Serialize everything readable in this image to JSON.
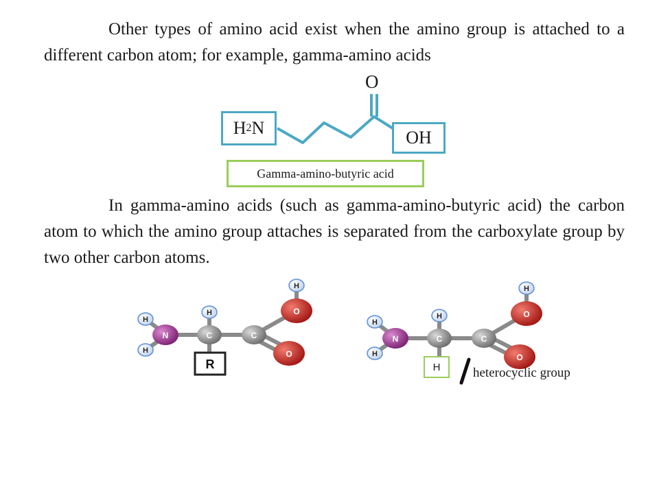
{
  "paragraph_1": "Other types of amino acid exist when the amino group is attached to a different carbon atom; for example, gamma-amino acids",
  "structure": {
    "amine_label": "H",
    "amine_subscript": "2",
    "amine_n": "N",
    "carbonyl_oxygen": "O",
    "hydroxyl": "OH",
    "caption": "Gamma-amino-butyric acid"
  },
  "paragraph_2": "In gamma-amino acids (such as gamma-amino-butyric acid) the carbon atom to which the amino group attaches is separated from the carboxylate group by two other carbon atoms.",
  "model_left": {
    "atoms": {
      "h": "H",
      "n": "N",
      "c": "C",
      "o": "O",
      "r": "R"
    }
  },
  "model_right": {
    "atoms": {
      "h": "H",
      "n": "N",
      "c": "C",
      "o": "O"
    },
    "side_chain": "H",
    "side_chain_alt": "heterocyclic group"
  },
  "colors": {
    "bond": "#4ba8c4",
    "caption_border": "#9acd5a",
    "nitrogen": "#9b2f8f",
    "oxygen": "#d21f1b",
    "carbon": "#8c8c8c",
    "hydrogen": "#5e8fd6"
  }
}
